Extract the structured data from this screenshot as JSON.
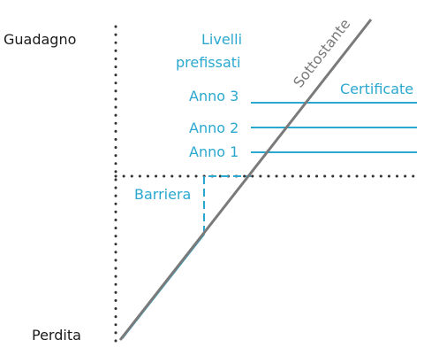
{
  "labels": {
    "gain": "Guadagno",
    "loss": "Perdita",
    "levels_line1": "Livelli",
    "levels_line2": "prefissati",
    "year3": "Anno 3",
    "year2": "Anno 2",
    "year1": "Anno 1",
    "certificate": "Certificate",
    "barrier": "Barriera",
    "underlying": "Sottostante"
  },
  "colors": {
    "accent": "#2aa8cf",
    "underlying": "#7a7a7a",
    "axis": "#333333",
    "text": "#1a1a1a"
  }
}
